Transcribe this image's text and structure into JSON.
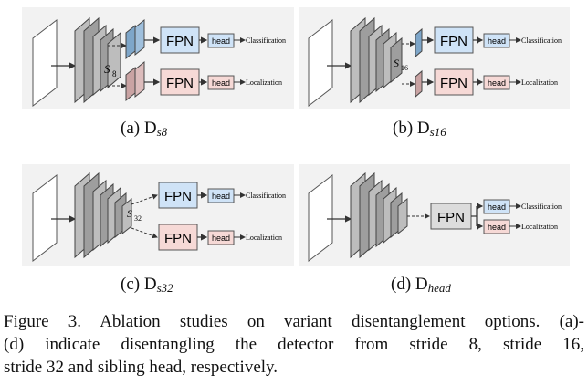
{
  "labels": {
    "fpn": "FPN",
    "head": "head",
    "classification": "Classification",
    "localization": "Localization",
    "s8": "S",
    "s8_sub": "8",
    "s16": "S",
    "s16_sub": "16",
    "s32": "S",
    "s32_sub": "32"
  },
  "subcaptions": {
    "a": {
      "prefix": "(a)",
      "sym": "D",
      "sub": "s8"
    },
    "b": {
      "prefix": "(b)",
      "sym": "D",
      "sub": "s16"
    },
    "c": {
      "prefix": "(c)",
      "sym": "D",
      "sub": "s32"
    },
    "d": {
      "prefix": "(d)",
      "sym": "D",
      "sub": "head"
    }
  },
  "caption": {
    "line1": "Figure 3. Ablation studies on variant disentanglement options. (a)-",
    "line2": "(d) indicate disentangling the detector from stride 8, stride 16,",
    "line3": "stride 32 and sibling head, respectively."
  },
  "colors": {
    "fpn_blue": "#cfe3f7",
    "fpn_pink": "#f6d9d6",
    "head_blue": "#cfe3f7",
    "head_pink": "#f6d9d6",
    "fpn_gray": "#dcdcdc",
    "blue_slab": "#7ea6c9",
    "pink_slab": "#c9a3a3",
    "gray_slab": "#a8a8a8"
  }
}
